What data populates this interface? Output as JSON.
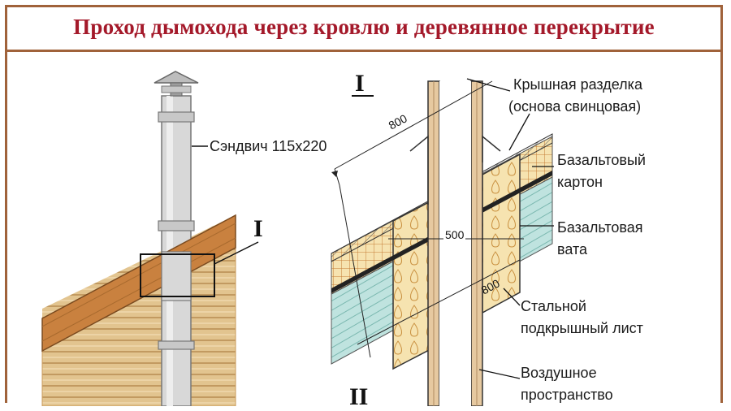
{
  "title": "Проход дымохода через кровлю и деревянное перекрытие",
  "labels": {
    "sandwich": "Сэндвич 115х220",
    "roof_cut_1": "Крышная разделка",
    "roof_cut_2": "(основа свинцовая)",
    "basalt_board_1": "Базальтовый",
    "basalt_board_2": "картон",
    "basalt_wool_1": "Базальтовая",
    "basalt_wool_2": "вата",
    "steel_sheet_1": "Стальной",
    "steel_sheet_2": "подкрышный лист",
    "air_space_1": "Воздушное",
    "air_space_2": "пространство"
  },
  "markers": {
    "section_i_main": "I",
    "section_i_detail": "I",
    "section_ii": "II"
  },
  "dimensions": {
    "top": "800",
    "middle": "500",
    "bottom": "800"
  },
  "colors": {
    "title": "#a4192a",
    "frame": "#a0623a",
    "wood": "#c9813f",
    "insulation": "#f6e3b0",
    "mineral_wool": "#bfe3df"
  }
}
